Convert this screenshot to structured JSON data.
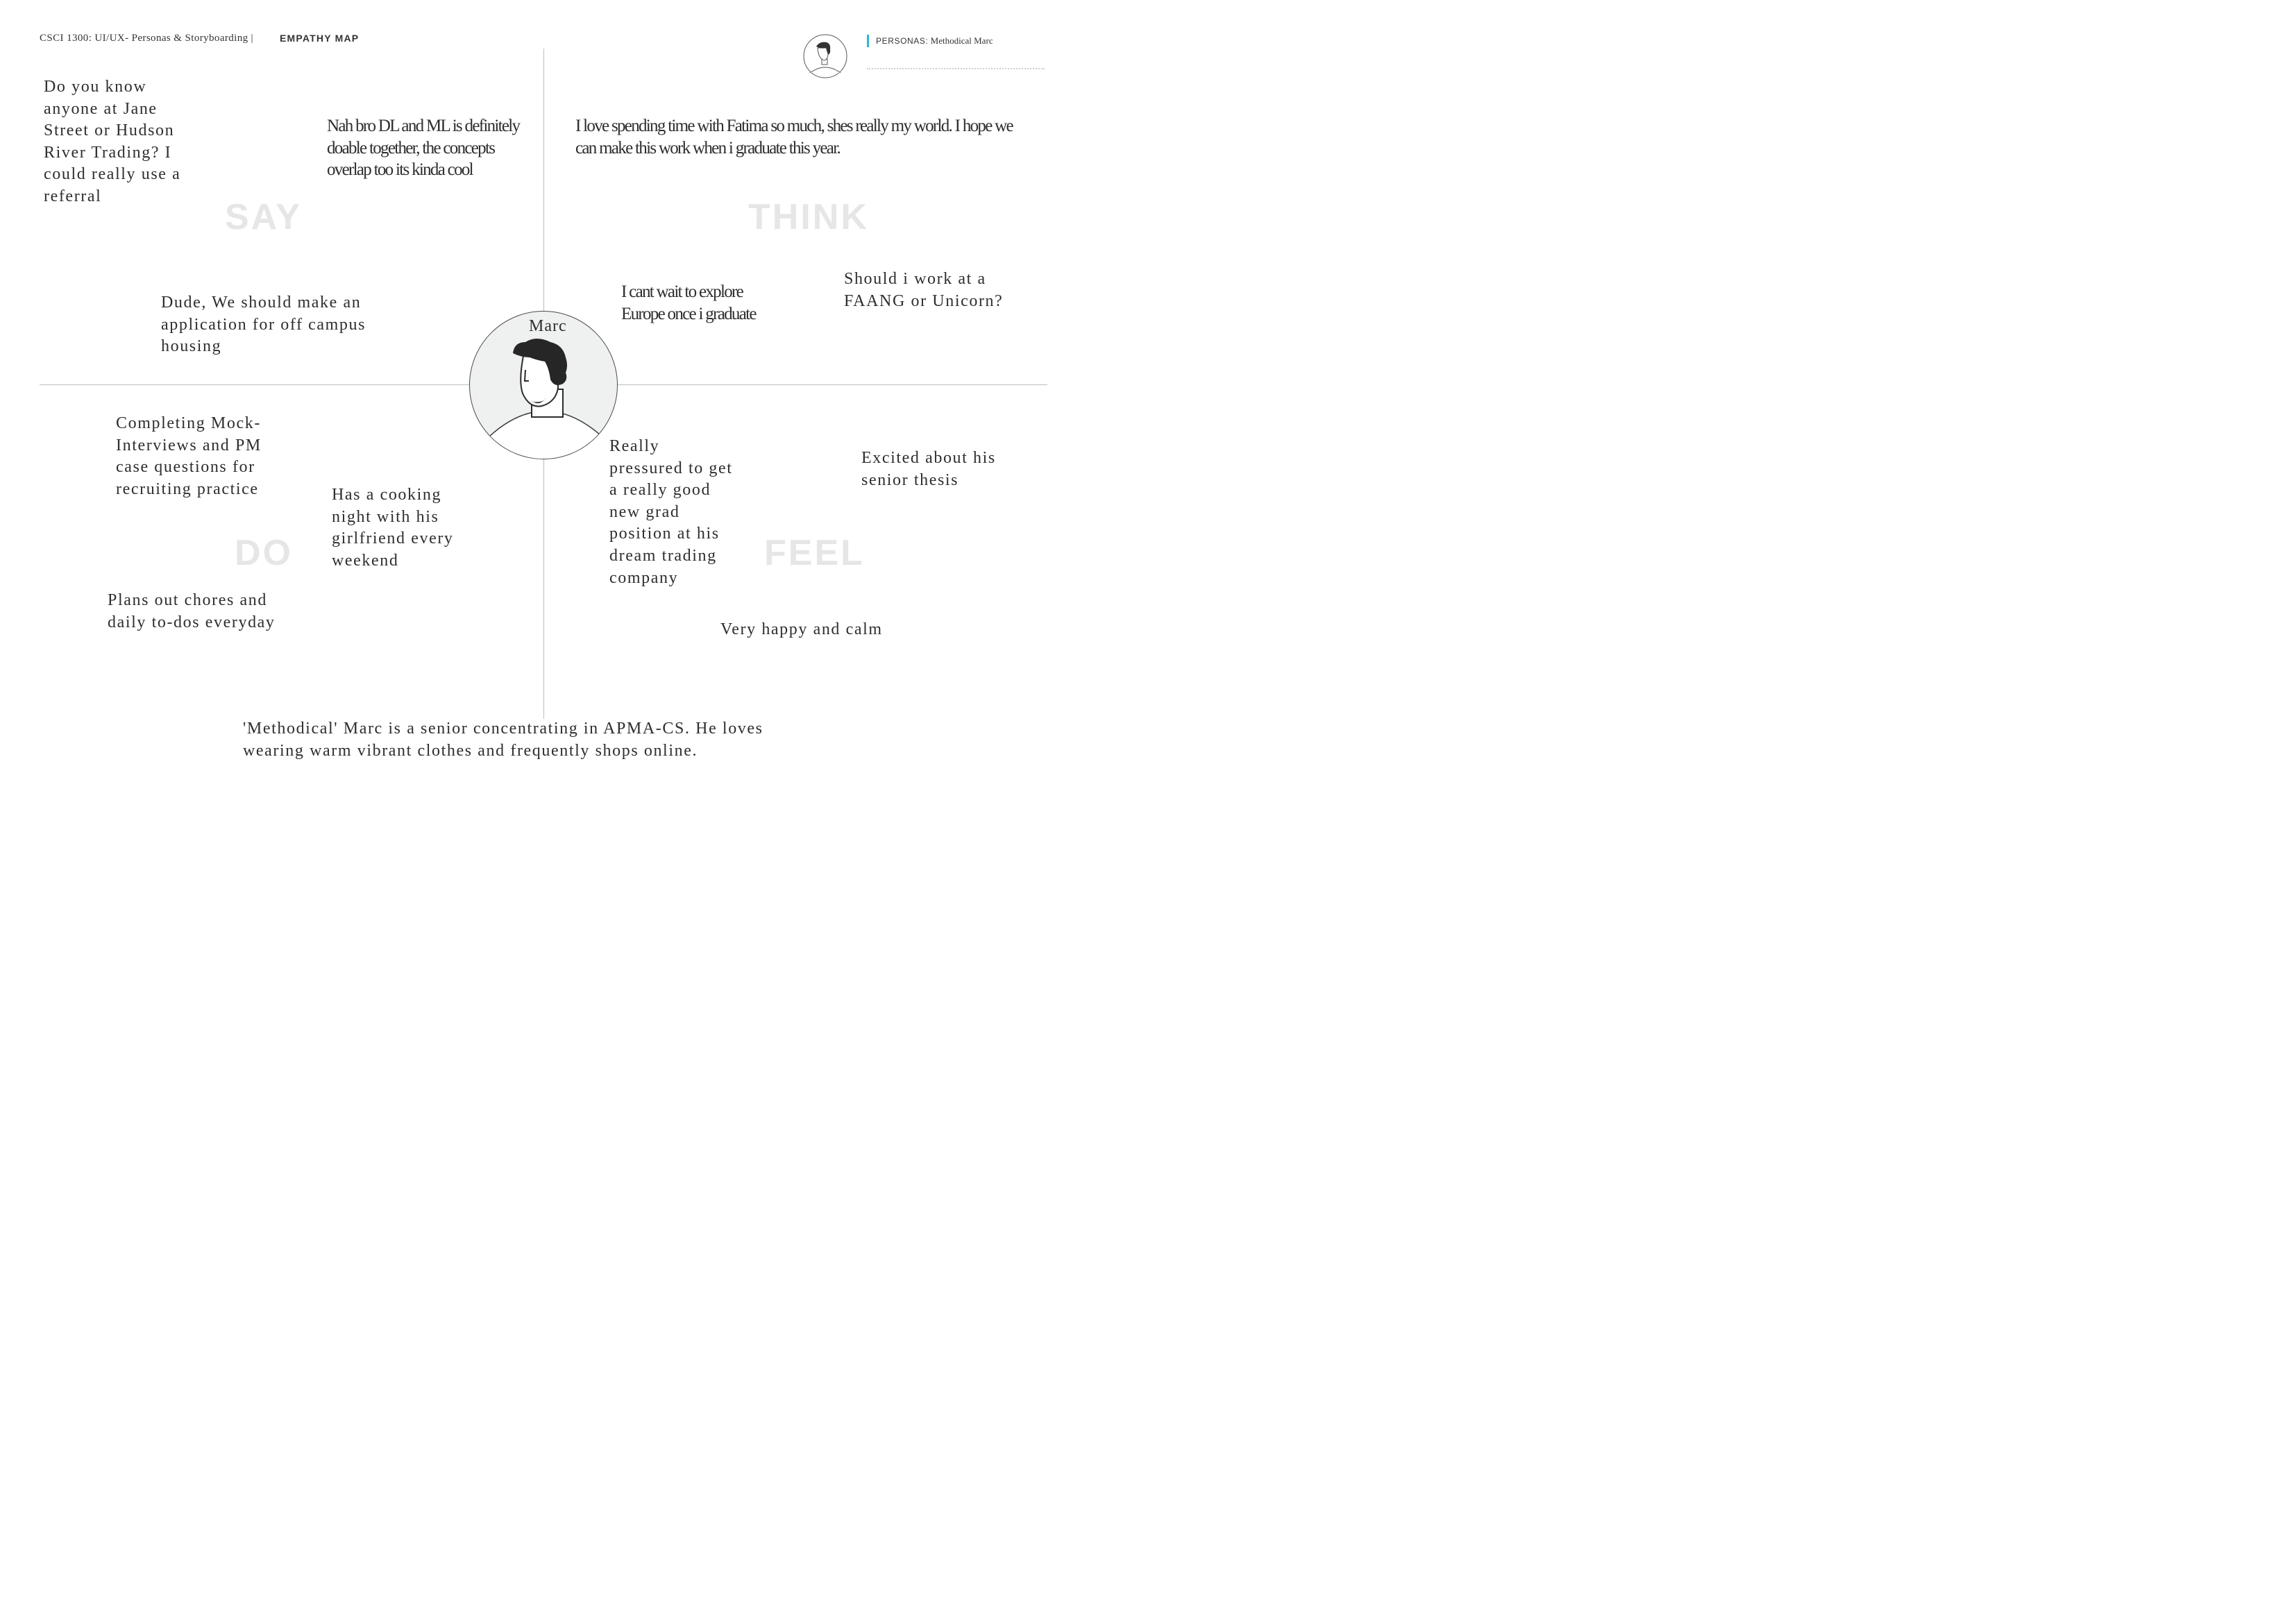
{
  "header": {
    "course": "CSCI 1300: UI/UX- Personas & Storyboarding",
    "separator": "|",
    "section": "EMPATHY MAP"
  },
  "persona": {
    "key": "PERSONAS:",
    "name": "Methodical Marc",
    "accent_color": "#29b6d6"
  },
  "center": {
    "name": "Marc"
  },
  "quadrants": {
    "say": {
      "label": "SAY",
      "notes": [
        "Do you know anyone at Jane Street or Hudson River Trading? I could really use a referral",
        "Nah bro DL and ML is definitely doable together, the concepts overlap too its kinda cool",
        "Dude, We should make an application for off campus housing"
      ]
    },
    "think": {
      "label": "THINK",
      "notes": [
        "I love spending time with Fatima so much, shes really my world. I hope we can make this work when i graduate this year.",
        "I cant wait to explore Europe once i graduate",
        "Should i work at a FAANG or Unicorn?"
      ]
    },
    "do": {
      "label": "DO",
      "notes": [
        "Completing Mock-Interviews and PM case questions for recruiting practice",
        "Has a cooking night with his girlfriend every weekend",
        "Plans out chores and daily to-dos everyday"
      ]
    },
    "feel": {
      "label": "FEEL",
      "notes": [
        "Really pressured to get a really good new grad position at his dream trading company",
        "Excited about his senior thesis",
        "Very happy and calm"
      ]
    }
  },
  "summary": "'Methodical' Marc is a senior concentrating in APMA-CS. He loves wearing warm vibrant clothes and frequently shops online."
}
